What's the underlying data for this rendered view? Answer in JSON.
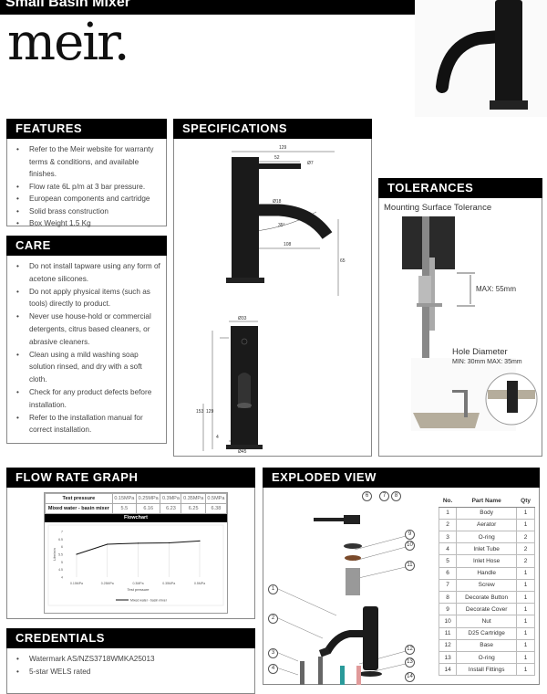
{
  "title": "Small Basin Mixer",
  "logo": "meir.",
  "features": {
    "heading": "FEATURES",
    "items": [
      "Refer to the Meir website for warranty terms & conditions, and available finishes.",
      "Flow rate 6L p/m at 3 bar pressure.",
      "European components and cartridge",
      "Solid brass construction",
      "Box Weight 1.5 Kg"
    ]
  },
  "care": {
    "heading": "CARE",
    "items": [
      "Do not install tapware using any form of acetone silicones.",
      "Do not apply physical items (such as tools) directly to product.",
      "Never use house-hold or commercial detergents, citrus based cleaners, or abrasive cleaners.",
      "Clean using a mild washing soap solution rinsed, and dry with a soft cloth.",
      "Check for any product defects before installation.",
      "Refer to the installation manual for correct installation."
    ]
  },
  "specifications": {
    "heading": "SPECIFICATIONS",
    "dims": {
      "total_reach": "129",
      "handle": "52",
      "handle_dia": "Ø7",
      "spout_dia": "Ø18",
      "angle": "35°",
      "reach": "108",
      "spout_height": "65",
      "body_dia": "Ø33",
      "height": "153",
      "body_height": "129",
      "base": "4",
      "base_dia": "Ø45"
    }
  },
  "tolerances": {
    "heading": "TOLERANCES",
    "mounting_label": "Mounting Surface Tolerance",
    "max_label": "MAX:  55mm",
    "hole_label": "Hole Diameter",
    "hole_range": "MIN: 30mm  MAX: 35mm"
  },
  "flow": {
    "heading": "FLOW RATE GRAPH",
    "table_header": "Test pressure",
    "row_label": "Mixed water - basin mixer",
    "chart_title": "Flowchart"
  },
  "chart_data": {
    "type": "line",
    "categories": [
      "0.15MPa",
      "0.25MPa",
      "0.3MPa",
      "0.35MPa",
      "0.5MPa"
    ],
    "series": [
      {
        "name": "Mixed water - basin mixer",
        "values": [
          5.5,
          6.16,
          6.23,
          6.25,
          6.38
        ]
      }
    ],
    "xlabel": "Test pressure",
    "ylabel": "Litre/min",
    "ylim": [
      4,
      7
    ],
    "yticks": [
      4,
      4.5,
      5,
      5.5,
      6,
      6.5,
      7
    ],
    "grid": "vertical",
    "legend": "bottom",
    "table_values": [
      "5.5",
      "6.16",
      "6.23",
      "6.25",
      "6.38"
    ]
  },
  "credentials": {
    "heading": "CREDENTIALS",
    "items": [
      "Watermark AS/NZS3718WMKA25013",
      "5-star WELS rated"
    ]
  },
  "exploded": {
    "heading": "EXPLODED VIEW",
    "columns": [
      "No.",
      "Part Name",
      "Qty"
    ],
    "parts": [
      [
        "1",
        "Body",
        "1"
      ],
      [
        "2",
        "Aerator",
        "1"
      ],
      [
        "3",
        "O-ring",
        "2"
      ],
      [
        "4",
        "Inlet Tube",
        "2"
      ],
      [
        "5",
        "Inlet Hose",
        "2"
      ],
      [
        "6",
        "Handle",
        "1"
      ],
      [
        "7",
        "Screw",
        "1"
      ],
      [
        "8",
        "Decorate Button",
        "1"
      ],
      [
        "9",
        "Decorate Cover",
        "1"
      ],
      [
        "10",
        "Nut",
        "1"
      ],
      [
        "11",
        "D25 Cartridge",
        "1"
      ],
      [
        "12",
        "Base",
        "1"
      ],
      [
        "13",
        "O-ring",
        "1"
      ],
      [
        "14",
        "Install Fittings",
        "1"
      ]
    ]
  }
}
